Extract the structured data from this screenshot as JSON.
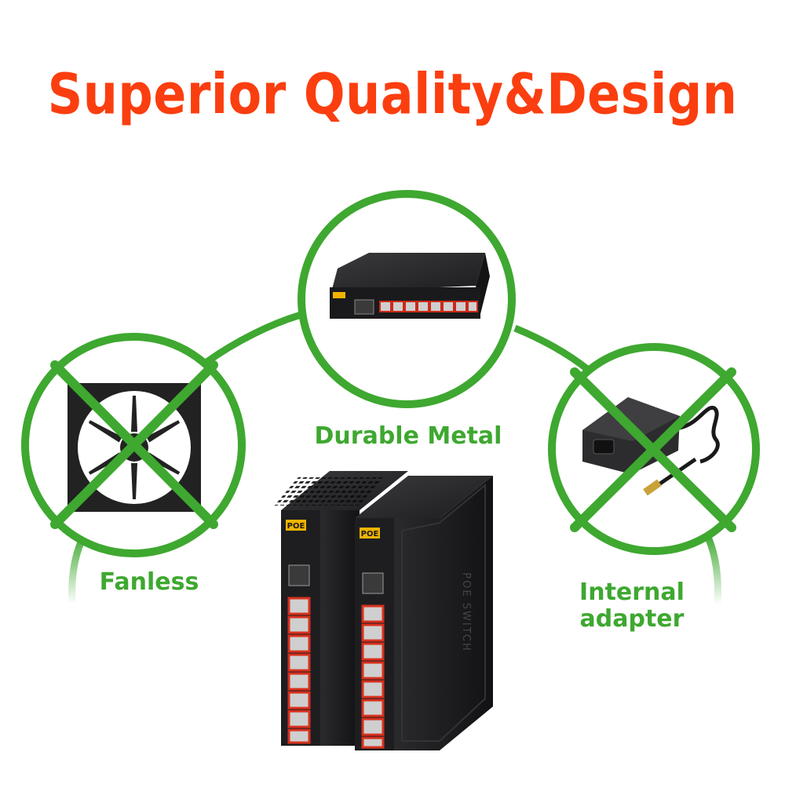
{
  "headline": "Superior Quality&Design",
  "features": {
    "center": "Durable Metal",
    "left": "Fanless",
    "right_line1": "Internal",
    "right_line2": "adapter"
  },
  "product": {
    "brand_badge": "POE",
    "case_print": "POE SWITCH"
  },
  "colors": {
    "headline": "#fb3e0f",
    "accent_green": "#3ea830",
    "device_body": "#1e1e20",
    "port_red": "#d8301e"
  },
  "icons": [
    "fan-icon",
    "power-adapter-icon",
    "network-switch-icon"
  ]
}
